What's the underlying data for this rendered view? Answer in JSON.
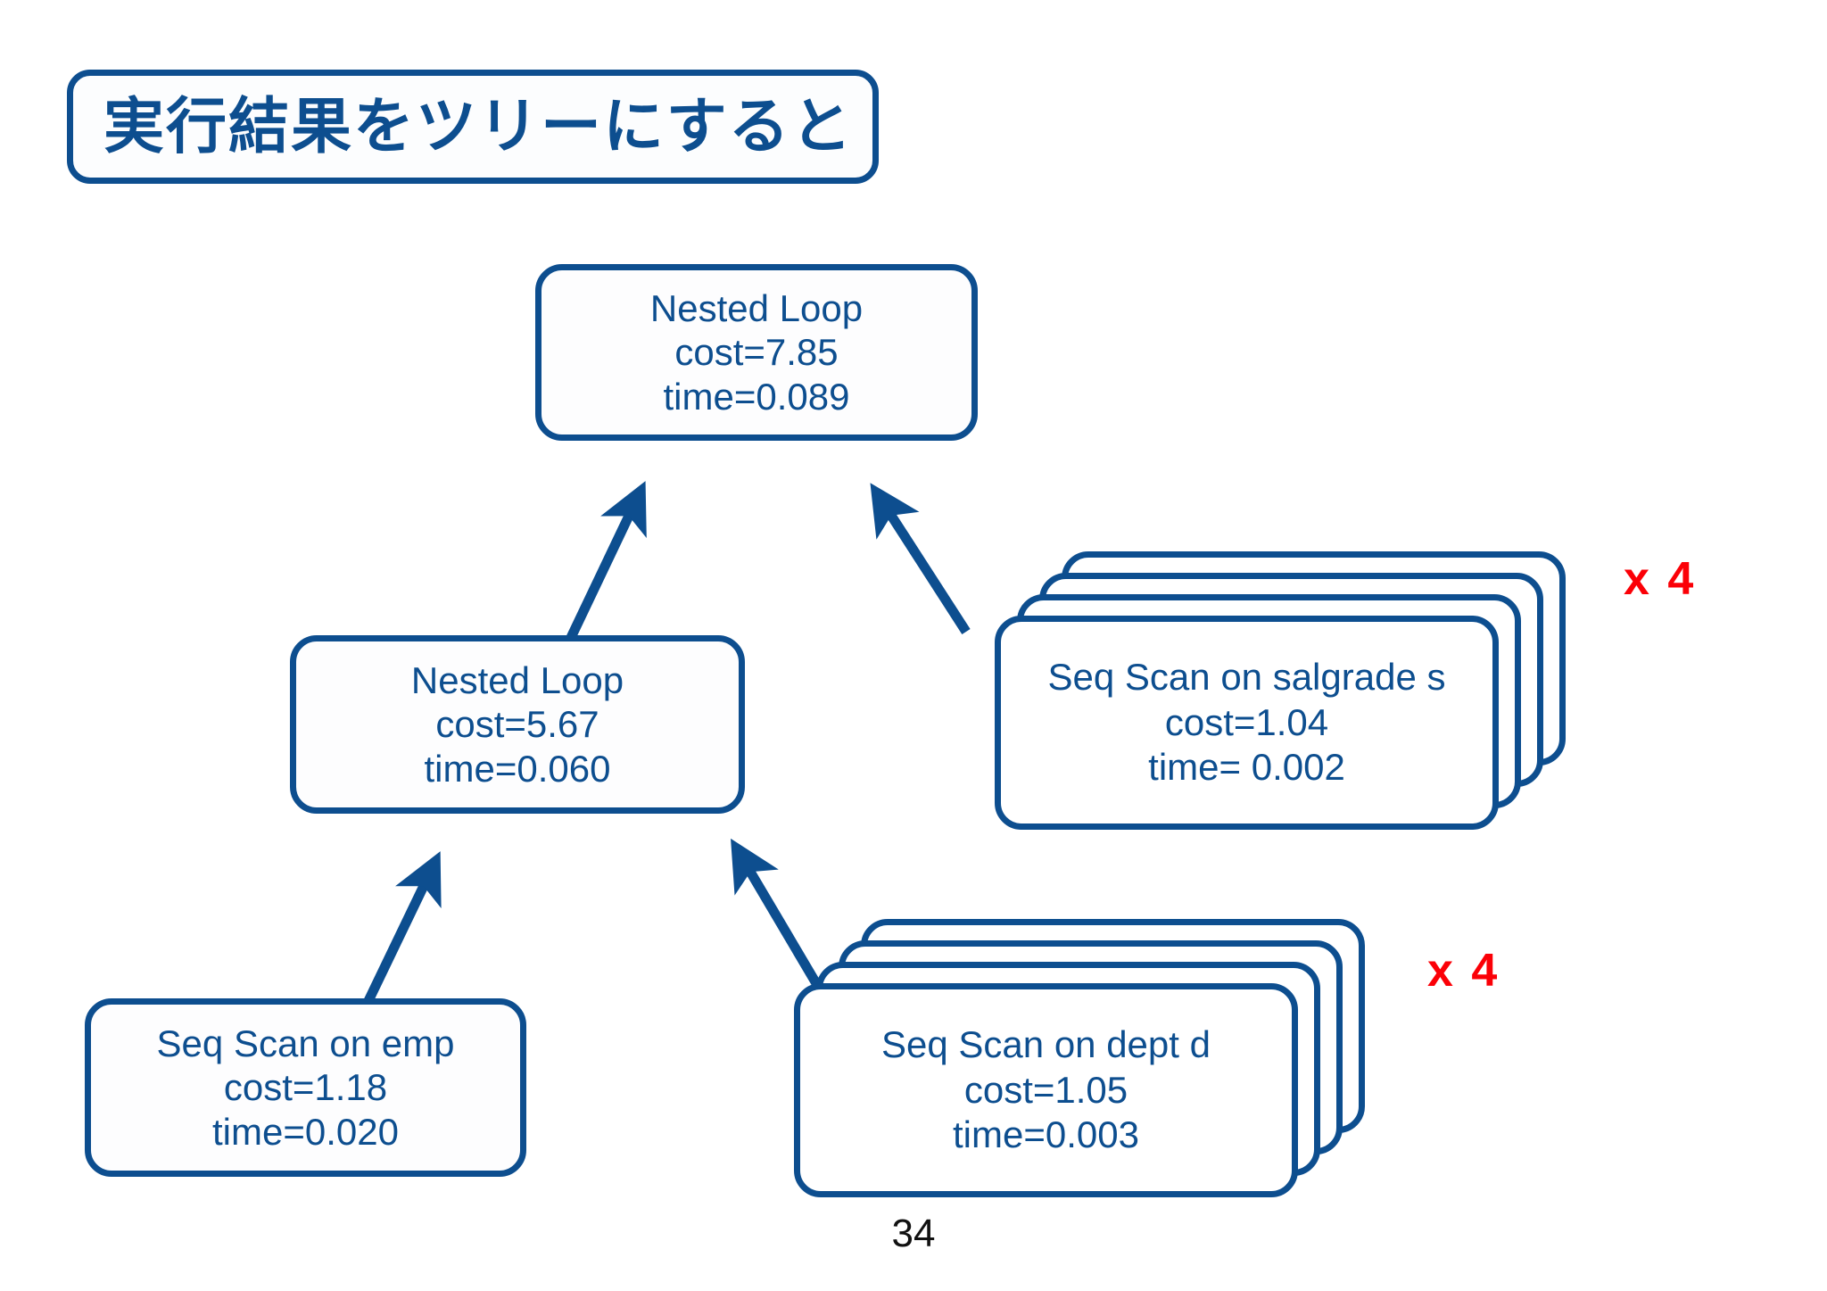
{
  "slide": {
    "title": "実行結果をツリーにすると",
    "page_number": "34",
    "accent_color": "#0d4e8f",
    "multiplier_color": "#fb0007",
    "background_color": "#ffffff"
  },
  "nodes": {
    "root": {
      "name": "Nested Loop",
      "cost": "cost=7.85",
      "time": "time=0.089"
    },
    "inner_join": {
      "name": "Nested Loop",
      "cost": "cost=5.67",
      "time": "time=0.060"
    },
    "salgrade": {
      "name": "Seq Scan on salgrade s",
      "cost": "cost=1.04",
      "time": "time= 0.002",
      "multiplier": "x 4",
      "copies": 4
    },
    "emp": {
      "name": "Seq Scan on emp",
      "cost": "cost=1.18",
      "time": "time=0.020"
    },
    "dept": {
      "name": "Seq Scan on dept d",
      "cost": "cost=1.05",
      "time": "time=0.003",
      "multiplier": "x 4",
      "copies": 4
    }
  },
  "edges": [
    {
      "from": "inner_join",
      "to": "root",
      "label": ""
    },
    {
      "from": "salgrade",
      "to": "root",
      "label": ""
    },
    {
      "from": "emp",
      "to": "inner_join",
      "label": ""
    },
    {
      "from": "dept",
      "to": "inner_join",
      "label": ""
    }
  ]
}
